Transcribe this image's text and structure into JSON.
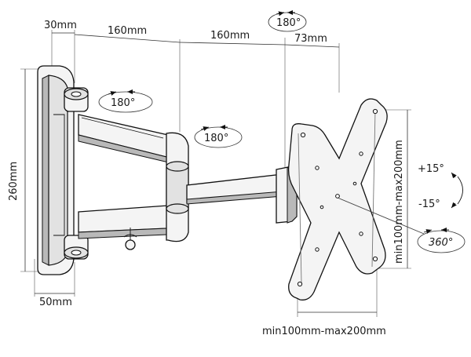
{
  "dimensions": {
    "top_30": "30mm",
    "top_160_a": "160mm",
    "top_160_b": "160mm",
    "top_73": "73mm",
    "height_260": "260mm",
    "bottom_50": "50mm",
    "vesa_vertical": "min100mm-max200mm",
    "vesa_horizontal": "min100mm-max200mm"
  },
  "rotations": {
    "top_swivel": "180°",
    "wall_swivel": "180°",
    "elbow_swivel": "180°",
    "tilt_up": "+15°",
    "tilt_down": "-15°",
    "plate_rotate": "360°"
  }
}
